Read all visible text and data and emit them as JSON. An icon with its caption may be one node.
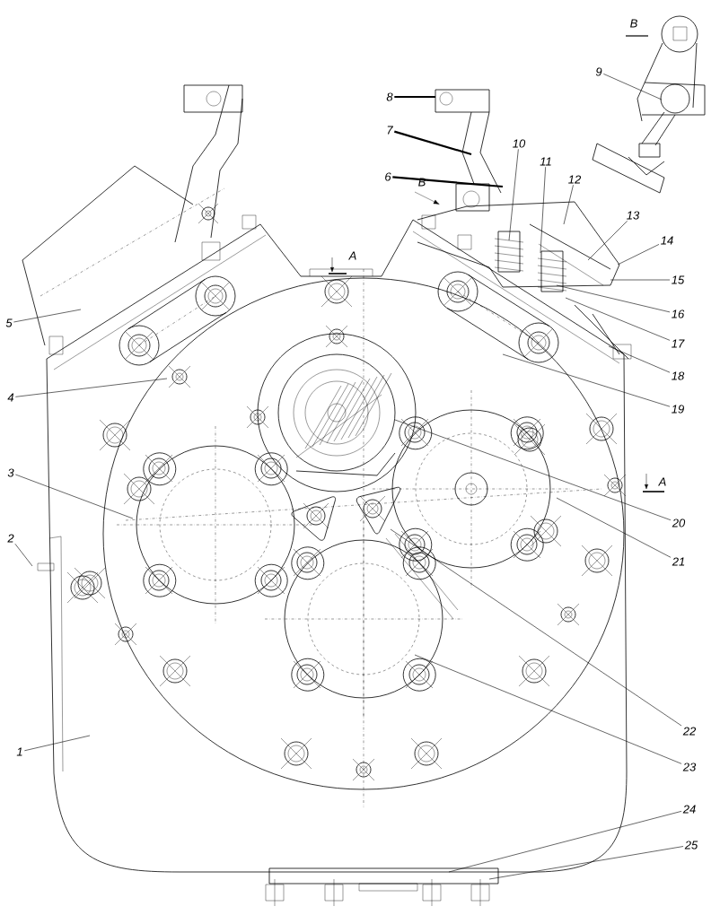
{
  "diagram": {
    "nodes": [
      {
        "text": [
          "1"
        ]
      },
      {
        "text": [
          "2"
        ]
      },
      {
        "text": [
          "3"
        ]
      },
      {
        "text": [
          "4"
        ]
      },
      {
        "text": [
          "5"
        ]
      },
      {
        "text": [
          "6"
        ]
      },
      {
        "text": [
          "7"
        ]
      },
      {
        "text": [
          "8"
        ]
      },
      {
        "text": [
          "9"
        ]
      },
      {
        "text": [
          "10"
        ]
      },
      {
        "text": [
          "11"
        ]
      },
      {
        "text": [
          "12"
        ]
      },
      {
        "text": [
          "13"
        ]
      },
      {
        "text": [
          "14"
        ]
      },
      {
        "text": [
          "15"
        ]
      },
      {
        "text": [
          "16"
        ]
      },
      {
        "text": [
          "17"
        ]
      },
      {
        "text": [
          "18"
        ]
      },
      {
        "text": [
          "19"
        ]
      },
      {
        "text": [
          "20"
        ]
      },
      {
        "text": [
          "21"
        ]
      },
      {
        "text": [
          "22"
        ]
      },
      {
        "text": [
          "23"
        ]
      },
      {
        "text": [
          "24"
        ]
      },
      {
        "text": [
          "25"
        ]
      }
    ],
    "edges": [
      {
        "from": 0,
        "to": null,
        "arrow": "none"
      },
      {
        "from": 1,
        "to": null,
        "arrow": "none"
      },
      {
        "from": 2,
        "to": null,
        "arrow": "none"
      },
      {
        "from": 3,
        "to": null,
        "arrow": "none"
      },
      {
        "from": 4,
        "to": null,
        "arrow": "none"
      },
      {
        "from": 5,
        "to": null,
        "arrow": "none",
        "style": "thick"
      },
      {
        "from": 6,
        "to": null,
        "arrow": "none",
        "style": "thick"
      },
      {
        "from": 7,
        "to": null,
        "arrow": "none",
        "style": "thick"
      },
      {
        "from": 8,
        "to": null,
        "arrow": "none"
      },
      {
        "from": 9,
        "to": null,
        "arrow": "none"
      },
      {
        "from": 10,
        "to": null,
        "arrow": "none"
      },
      {
        "from": 11,
        "to": null,
        "arrow": "none"
      },
      {
        "from": 12,
        "to": null,
        "arrow": "none"
      },
      {
        "from": 13,
        "to": null,
        "arrow": "none"
      },
      {
        "from": 14,
        "to": null,
        "arrow": "none"
      },
      {
        "from": 15,
        "to": null,
        "arrow": "none"
      },
      {
        "from": 16,
        "to": null,
        "arrow": "none"
      },
      {
        "from": 17,
        "to": null,
        "arrow": "none"
      },
      {
        "from": 18,
        "to": null,
        "arrow": "none"
      },
      {
        "from": 19,
        "to": null,
        "arrow": "none"
      },
      {
        "from": 20,
        "to": null,
        "arrow": "none"
      },
      {
        "from": 21,
        "to": null,
        "arrow": "none"
      },
      {
        "from": 22,
        "to": null,
        "arrow": "none"
      },
      {
        "from": 23,
        "to": null,
        "arrow": "none"
      },
      {
        "from": 24,
        "to": null,
        "arrow": "none"
      }
    ],
    "labels": [
      "В",
      "В",
      "А",
      "А"
    ]
  }
}
